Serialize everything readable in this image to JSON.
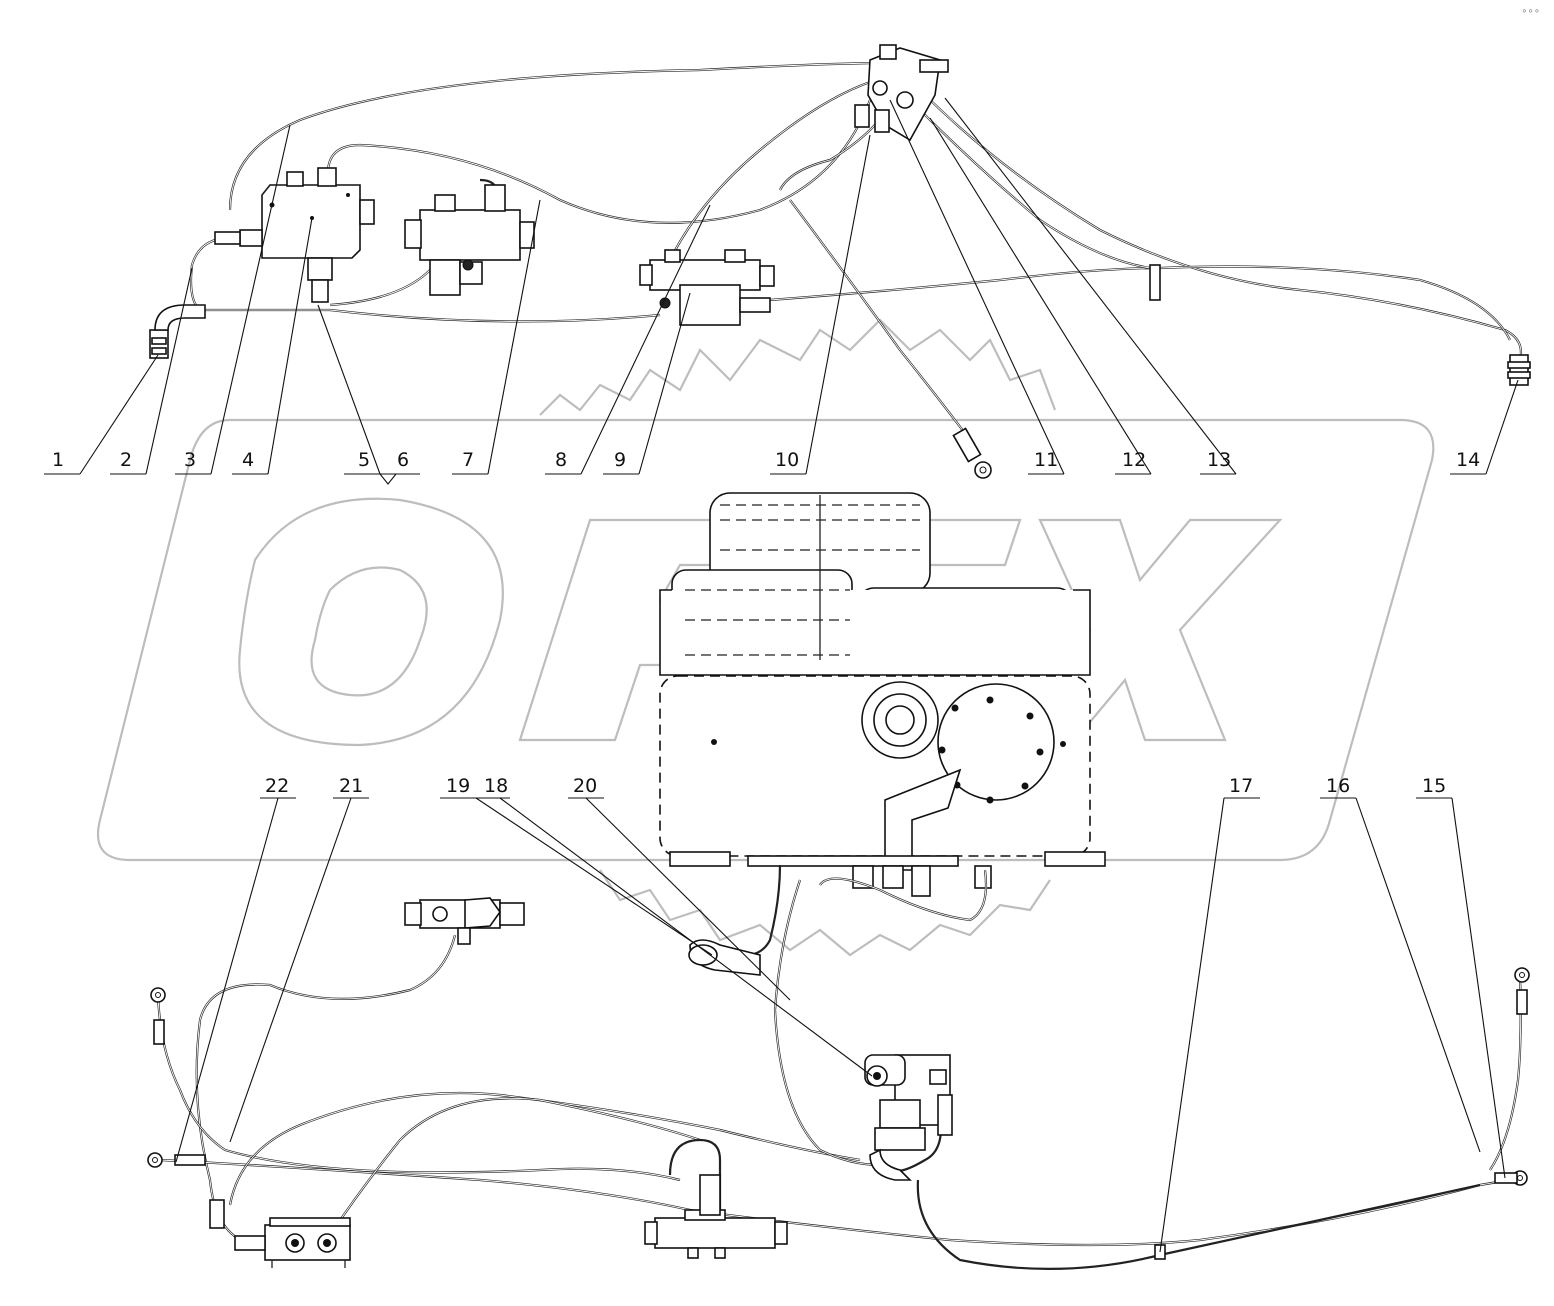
{
  "watermark": {
    "text": "OPEX",
    "color": "#bdbdbd"
  },
  "corner_mark": "∘∘∘",
  "callouts": [
    {
      "id": "c1",
      "label": "1"
    },
    {
      "id": "c2",
      "label": "2"
    },
    {
      "id": "c3",
      "label": "3"
    },
    {
      "id": "c4",
      "label": "4"
    },
    {
      "id": "c5",
      "label": "5"
    },
    {
      "id": "c6",
      "label": "6"
    },
    {
      "id": "c7",
      "label": "7"
    },
    {
      "id": "c8",
      "label": "8"
    },
    {
      "id": "c9",
      "label": "9"
    },
    {
      "id": "c10",
      "label": "10"
    },
    {
      "id": "c11",
      "label": "11"
    },
    {
      "id": "c12",
      "label": "12"
    },
    {
      "id": "c13",
      "label": "13"
    },
    {
      "id": "c14",
      "label": "14"
    },
    {
      "id": "c15",
      "label": "15"
    },
    {
      "id": "c16",
      "label": "16"
    },
    {
      "id": "c17",
      "label": "17"
    },
    {
      "id": "c18",
      "label": "18"
    },
    {
      "id": "c19",
      "label": "19"
    },
    {
      "id": "c20",
      "label": "20"
    },
    {
      "id": "c21",
      "label": "21"
    },
    {
      "id": "c22",
      "label": "22"
    }
  ]
}
